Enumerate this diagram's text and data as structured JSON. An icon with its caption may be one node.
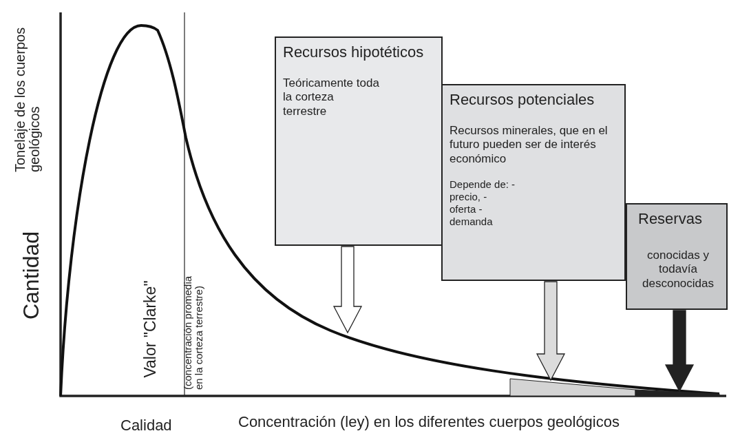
{
  "diagram": {
    "nodes": [
      {
        "text": [
          "Recursos hipotéticos",
          "Teóricamente toda la corteza terrestre"
        ]
      },
      {
        "text": [
          "Recursos potenciales",
          "Recursos minerales, que en el futuro pueden ser de interés económico",
          "Depende de: - precio, - oferta - demanda"
        ]
      },
      {
        "text": [
          "Reservas",
          "conocidas y todavía desconocidas"
        ]
      },
      {
        "text": [],
        "shape": "box"
      },
      {
        "text": [],
        "shape": "box"
      }
    ],
    "edges": [
      {
        "from": 0,
        "to": null,
        "arrow": "to",
        "style": "thick",
        "color": "#ffffff"
      },
      {
        "from": 1,
        "to": 3,
        "arrow": "to",
        "style": "thick",
        "color": "#dcdcdc"
      },
      {
        "from": 2,
        "to": 4,
        "arrow": "to",
        "style": "thick",
        "color": "#222222"
      }
    ],
    "labels": [
      "Tonelaje de los cuerpos geológicos",
      "Cantidad",
      "Valor \"Clarke\"",
      "(concentración promedia en la corteza terrestre)",
      "Calidad",
      "Concentración (ley) en los diferentes cuerpos geológicos"
    ]
  }
}
